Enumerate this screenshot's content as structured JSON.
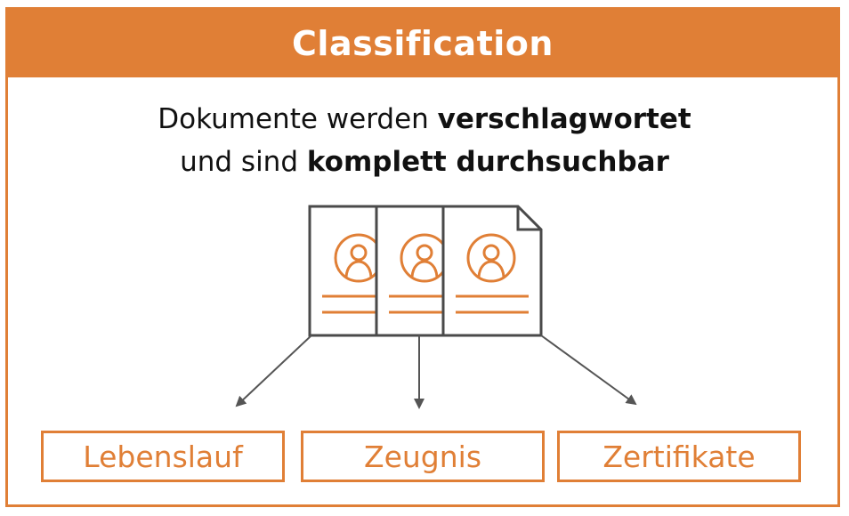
{
  "header": {
    "title": "Classification"
  },
  "subtitle": {
    "line1_plain": "Dokumente werden ",
    "line1_bold": "verschlagwortet",
    "line2_plain": "und sind ",
    "line2_bold": "komplett durchsuchbar"
  },
  "categories": [
    {
      "label": "Lebenslauf"
    },
    {
      "label": "Zeugnis"
    },
    {
      "label": "Zertifikate"
    }
  ],
  "colors": {
    "accent": "#e07f36",
    "outline": "#4a4a4a",
    "arrow": "#555555",
    "text": "#111111"
  },
  "icons": {
    "document": "resume-document-icon",
    "person": "person-icon"
  }
}
